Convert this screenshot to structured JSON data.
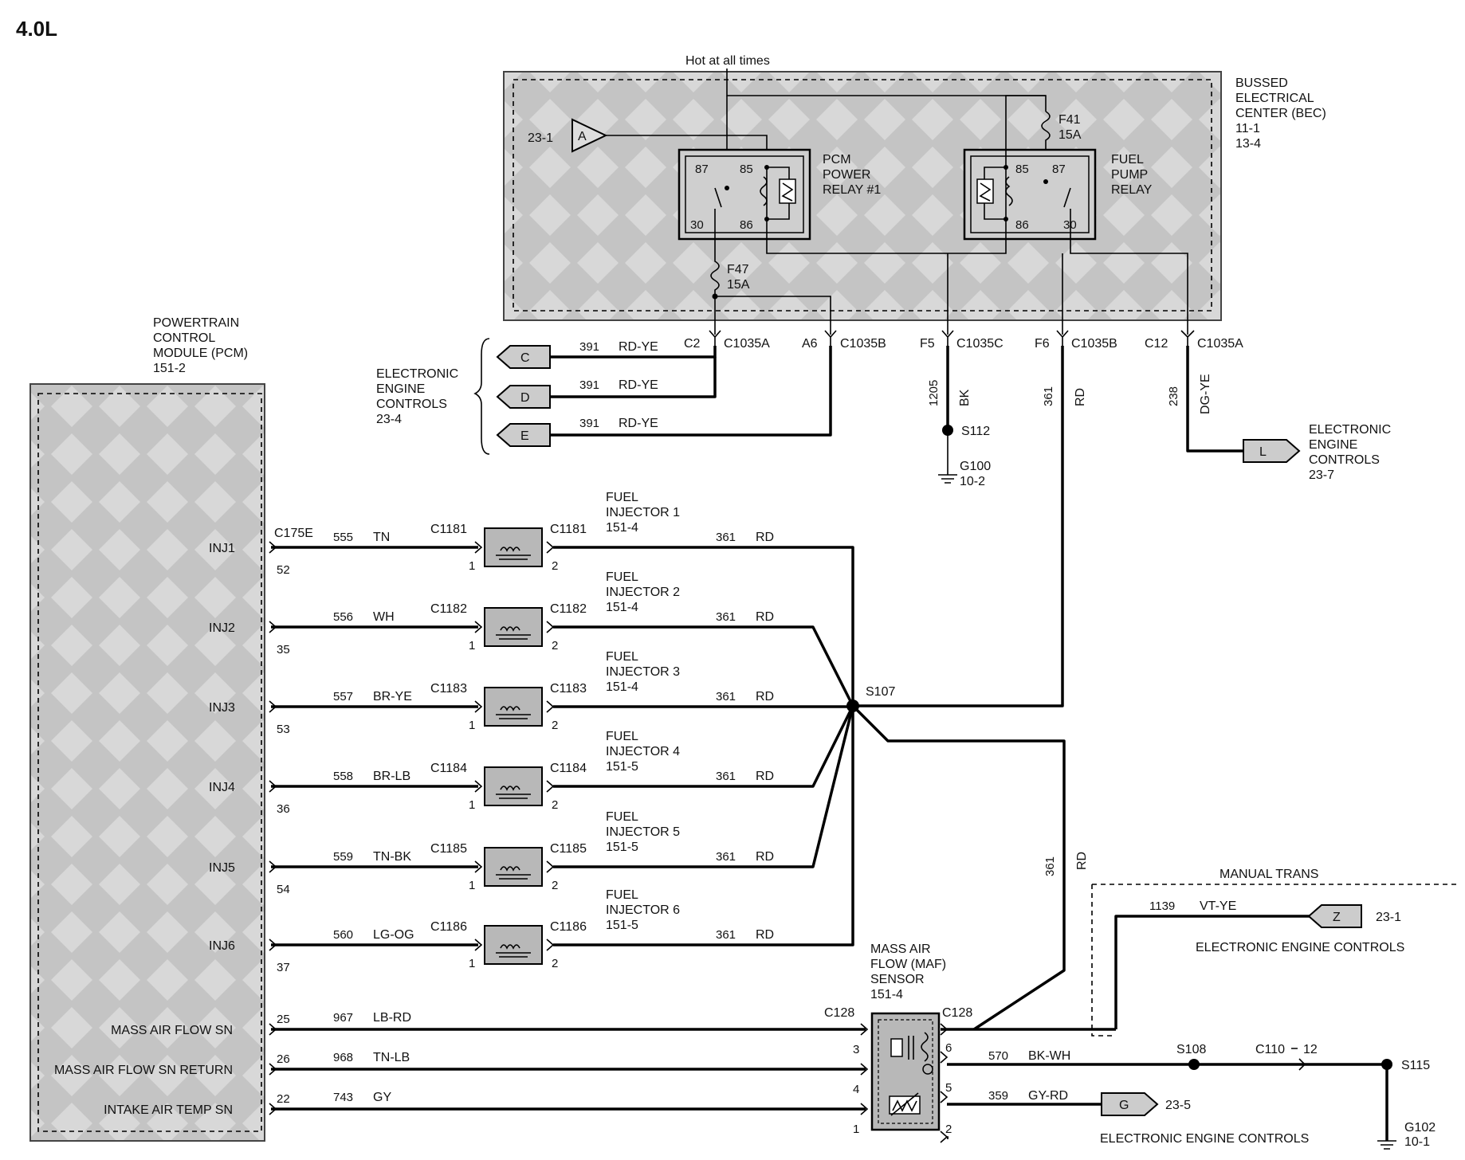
{
  "title": "4.0L",
  "bec": {
    "title_lines": [
      "BUSSED",
      "ELECTRICAL",
      "CENTER (BEC)",
      "11-1",
      "13-4"
    ],
    "hot_label": "Hot at all times",
    "ref_23_1": "23-1",
    "ref_A": "A",
    "f41": [
      "F41",
      "15A"
    ],
    "f47": [
      "F47",
      "15A"
    ],
    "pcm_relay_lines": [
      "PCM",
      "POWER",
      "RELAY #1"
    ],
    "fuel_relay_lines": [
      "FUEL",
      "PUMP",
      "RELAY"
    ],
    "pins": {
      "p87": "87",
      "p85": "85",
      "p30": "30",
      "p86": "86"
    }
  },
  "connectors": {
    "c2": "C2",
    "c1035a_1": "C1035A",
    "a6": "A6",
    "c1035b_1": "C1035B",
    "f5": "F5",
    "c1035c": "C1035C",
    "f6": "F6",
    "c1035b_2": "C1035B",
    "c12": "C12",
    "c1035a_2": "C1035A"
  },
  "eec_left": {
    "lines": [
      "ELECTRONIC",
      "ENGINE",
      "CONTROLS",
      "23-4"
    ],
    "items": [
      {
        "tag": "C",
        "wire": "391",
        "color": "RD-YE"
      },
      {
        "tag": "D",
        "wire": "391",
        "color": "RD-YE"
      },
      {
        "tag": "E",
        "wire": "391",
        "color": "RD-YE"
      }
    ]
  },
  "ground_g100": {
    "wire": "1205",
    "color": "BK",
    "splice": "S112",
    "ground": "G100",
    "ref": "10-2"
  },
  "rd_feed": {
    "wire": "361",
    "color": "RD"
  },
  "dg_wire": {
    "wire": "238",
    "color": "DG-YE",
    "tag": "L",
    "lines": [
      "ELECTRONIC",
      "ENGINE",
      "CONTROLS",
      "23-7"
    ]
  },
  "pcm": {
    "lines": [
      "POWERTRAIN",
      "CONTROL",
      "MODULE (PCM)",
      "151-2"
    ],
    "connector": "C175E"
  },
  "injectors": [
    {
      "pin_name": "INJ1",
      "pin": "52",
      "wire": "555",
      "color": "TN",
      "conn": "C1181",
      "label": [
        "FUEL",
        "INJECTOR 1",
        "151-4"
      ],
      "out_wire": "361",
      "out_color": "RD",
      "p1": "1",
      "p2": "2"
    },
    {
      "pin_name": "INJ2",
      "pin": "35",
      "wire": "556",
      "color": "WH",
      "conn": "C1182",
      "label": [
        "FUEL",
        "INJECTOR 2",
        "151-4"
      ],
      "out_wire": "361",
      "out_color": "RD",
      "p1": "1",
      "p2": "2"
    },
    {
      "pin_name": "INJ3",
      "pin": "53",
      "wire": "557",
      "color": "BR-YE",
      "conn": "C1183",
      "label": [
        "FUEL",
        "INJECTOR 3",
        "151-4"
      ],
      "out_wire": "361",
      "out_color": "RD",
      "p1": "1",
      "p2": "2"
    },
    {
      "pin_name": "INJ4",
      "pin": "36",
      "wire": "558",
      "color": "BR-LB",
      "conn": "C1184",
      "label": [
        "FUEL",
        "INJECTOR 4",
        "151-5"
      ],
      "out_wire": "361",
      "out_color": "RD",
      "p1": "1",
      "p2": "2"
    },
    {
      "pin_name": "INJ5",
      "pin": "54",
      "wire": "559",
      "color": "TN-BK",
      "conn": "C1185",
      "label": [
        "FUEL",
        "INJECTOR 5",
        "151-5"
      ],
      "out_wire": "361",
      "out_color": "RD",
      "p1": "1",
      "p2": "2"
    },
    {
      "pin_name": "INJ6",
      "pin": "37",
      "wire": "560",
      "color": "LG-OG",
      "conn": "C1186",
      "label": [
        "FUEL",
        "INJECTOR 6",
        "151-5"
      ],
      "out_wire": "361",
      "out_color": "RD",
      "p1": "1",
      "p2": "2"
    }
  ],
  "s107": "S107",
  "rd_maf": {
    "wire": "361",
    "color": "RD"
  },
  "maf": {
    "lines": [
      "MASS AIR",
      "FLOW (MAF)",
      "SENSOR",
      "151-4"
    ],
    "conn_left": "C128",
    "conn_right": "C128",
    "rows": [
      {
        "pin_name": "MASS AIR FLOW SN",
        "pcm_pin": "25",
        "wire": "967",
        "color": "LB-RD",
        "maf_pin": "3"
      },
      {
        "pin_name": "MASS AIR FLOW SN RETURN",
        "pcm_pin": "26",
        "wire": "968",
        "color": "TN-LB",
        "maf_pin": "4"
      },
      {
        "pin_name": "INTAKE AIR TEMP SN",
        "pcm_pin": "22",
        "wire": "743",
        "color": "GY",
        "maf_pin": "1"
      }
    ],
    "right_pins": [
      "6",
      "5",
      "2"
    ]
  },
  "manual_trans": {
    "title": "MANUAL TRANS",
    "wire": "1139",
    "color": "VT-YE",
    "tag": "Z",
    "ref": "23-1",
    "label": "ELECTRONIC ENGINE CONTROLS"
  },
  "bk_wh": {
    "wire": "570",
    "color": "BK-WH",
    "splice1": "S108",
    "conn": "C110",
    "conn_pin": "12",
    "splice2": "S115",
    "ground": "G102",
    "ground_ref": "10-1"
  },
  "gy_rd": {
    "wire": "359",
    "color": "GY-RD",
    "tag": "G",
    "ref": "23-5",
    "label": "ELECTRONIC ENGINE CONTROLS"
  }
}
